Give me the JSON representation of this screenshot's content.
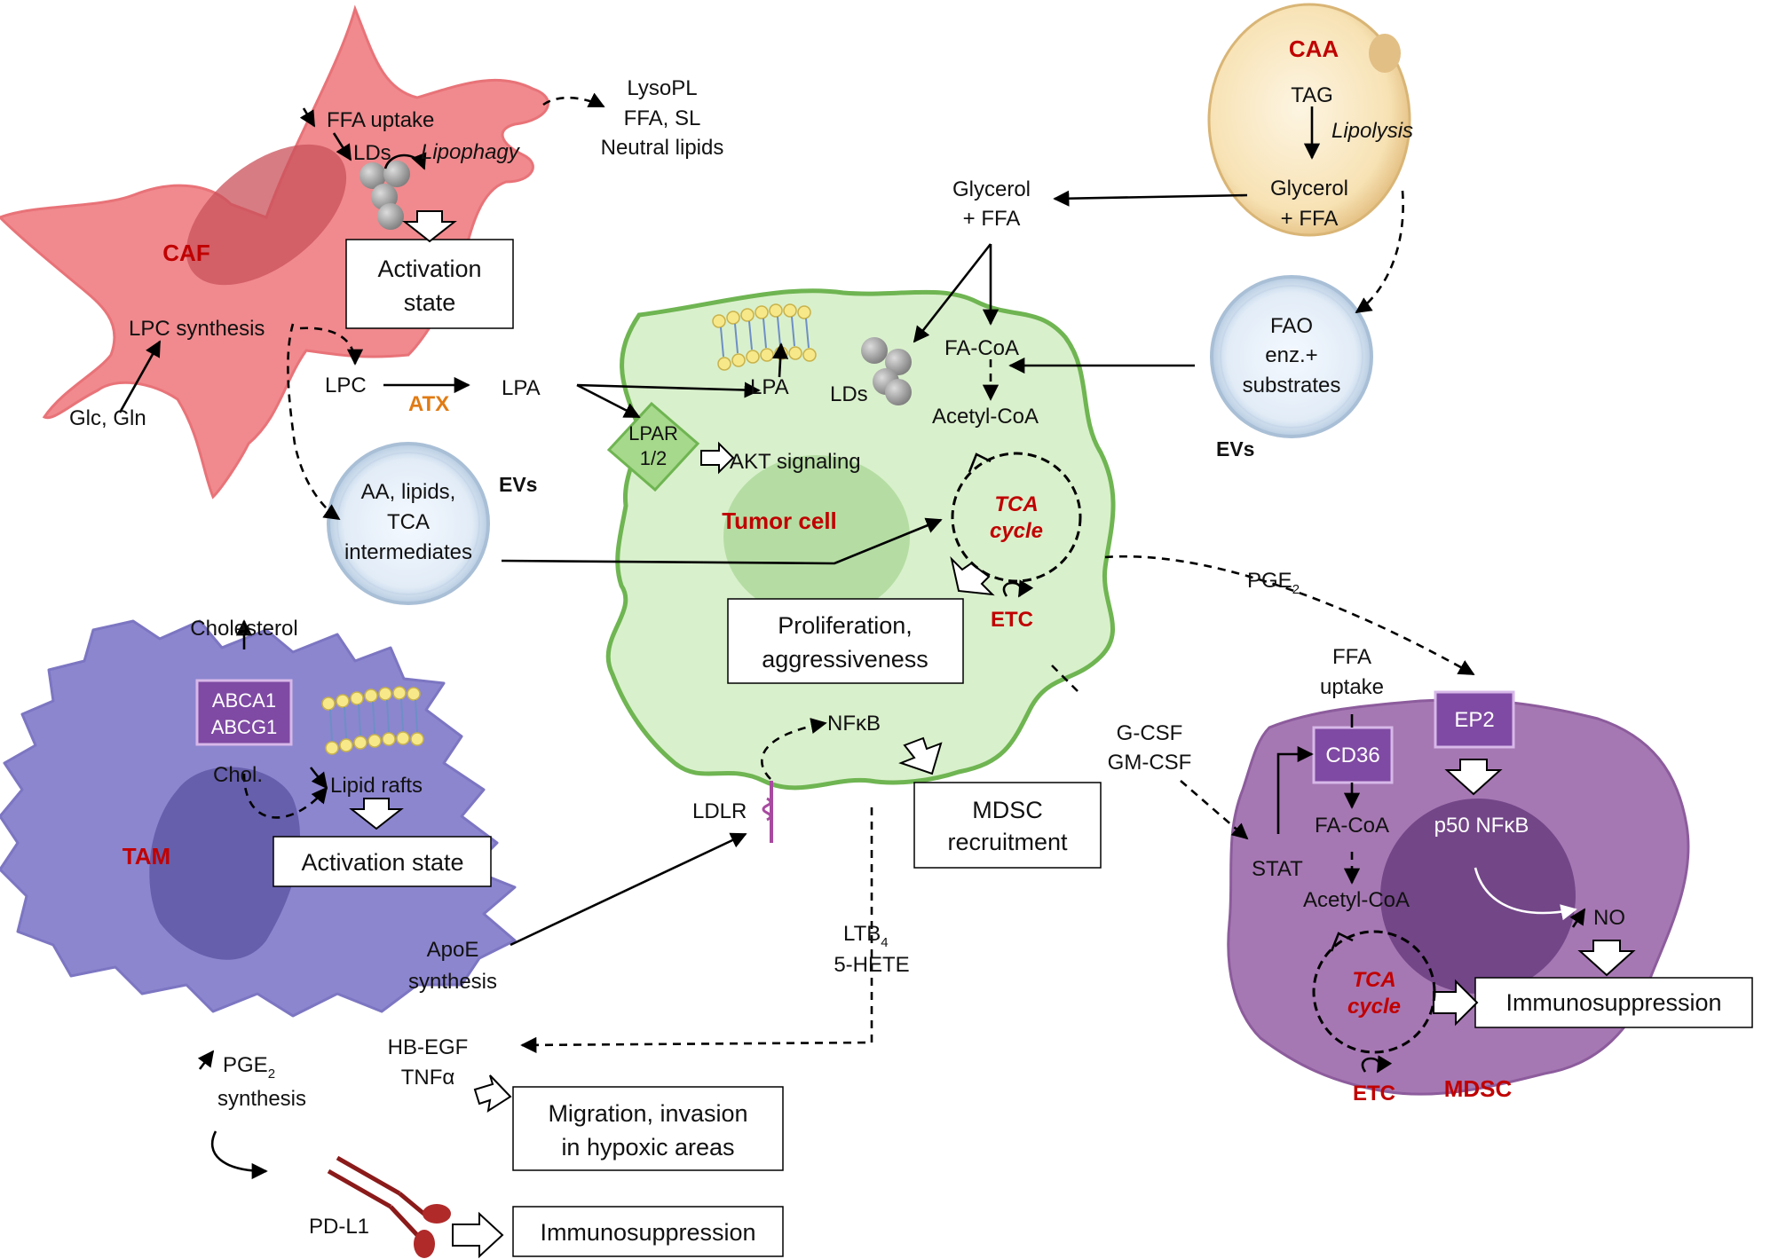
{
  "cells": {
    "caf": "CAF",
    "caa": "CAA",
    "tumor": "Tumor cell",
    "tam": "TAM",
    "mdsc": "MDSC"
  },
  "caf": {
    "ffa_uptake": "FFA uptake",
    "lds": "LDs",
    "lipophagy": "Lipophagy",
    "activation_line1": "Activation",
    "activation_line2": "state",
    "lpc_synthesis": "LPC synthesis",
    "glc_gln": "Glc, Gln",
    "secreted_line1": "LysoPL",
    "secreted_line2": "FFA, SL",
    "secreted_line3": "Neutral lipids"
  },
  "caa": {
    "tag": "TAG",
    "lipolysis": "Lipolysis",
    "glycerol": "Glycerol",
    "ffa": "+ FFA"
  },
  "ev_top": {
    "line1": "FAO",
    "line2": "enz.+",
    "line3": "substrates",
    "label": "EVs"
  },
  "ev_left": {
    "line1": "AA, lipids,",
    "line2": "TCA",
    "line3": "intermediates",
    "label": "EVs"
  },
  "middle": {
    "lpc": "LPC",
    "atx": "ATX",
    "lpa": "LPA",
    "glycerol": "Glycerol",
    "ffa": "+ FFA"
  },
  "tumor": {
    "lpa": "LPA",
    "lds": "LDs",
    "fa_coa": "FA-CoA",
    "acetyl_coa": "Acetyl-CoA",
    "lpar_line1": "LPAR",
    "lpar_line2": "1/2",
    "akt": "AKT signaling",
    "tca_line1": "TCA",
    "tca_line2": "cycle",
    "etc": "ETC",
    "prolif_line1": "Proliferation,",
    "prolif_line2": "aggressiveness",
    "nfkb": "NFκB",
    "ldlr": "LDLR",
    "mdsc_recruit_line1": "MDSC",
    "mdsc_recruit_line2": "recruitment"
  },
  "signals": {
    "pge2": "PGE",
    "pge2_sub": "2",
    "gcsf": "G-CSF",
    "gmcsf": "GM-CSF",
    "ltb4": "LTB",
    "ltb4_sub": "4",
    "hete": "5-HETE"
  },
  "tam": {
    "cholesterol": "Cholesterol",
    "abca1": "ABCA1",
    "abcg1": "ABCG1",
    "chol": "Chol.",
    "lipid_rafts": "Lipid rafts",
    "activation": "Activation state",
    "apoe_line1": "ApoE",
    "apoe_line2": "synthesis",
    "hbegf": "HB-EGF",
    "tnfa": "TNFα",
    "pge2": "PGE",
    "pge2_sub": "2",
    "pge2_synth": "synthesis",
    "migration_line1": "Migration, invasion",
    "migration_line2": "in hypoxic areas",
    "pdl1": "PD-L1",
    "immuno": "Immunosuppression"
  },
  "mdsc": {
    "ffa_line1": "FFA",
    "ffa_line2": "uptake",
    "cd36": "CD36",
    "ep2": "EP2",
    "p50": "p50 NFκB",
    "fa_coa": "FA-CoA",
    "acetyl_coa": "Acetyl-CoA",
    "stat": "STAT",
    "no": "NO",
    "tca_line1": "TCA",
    "tca_line2": "cycle",
    "etc": "ETC",
    "immuno": "Immunosuppression"
  },
  "colors": {
    "caf_fill": "#f08a8e",
    "caa_fill": "#f7e2b4",
    "tumor_fill": "#d9f0cc",
    "tam_fill": "#8c86cf",
    "mdsc_fill": "#a678b3",
    "label_red": "#c00000",
    "atx_orange": "#e07b14"
  }
}
